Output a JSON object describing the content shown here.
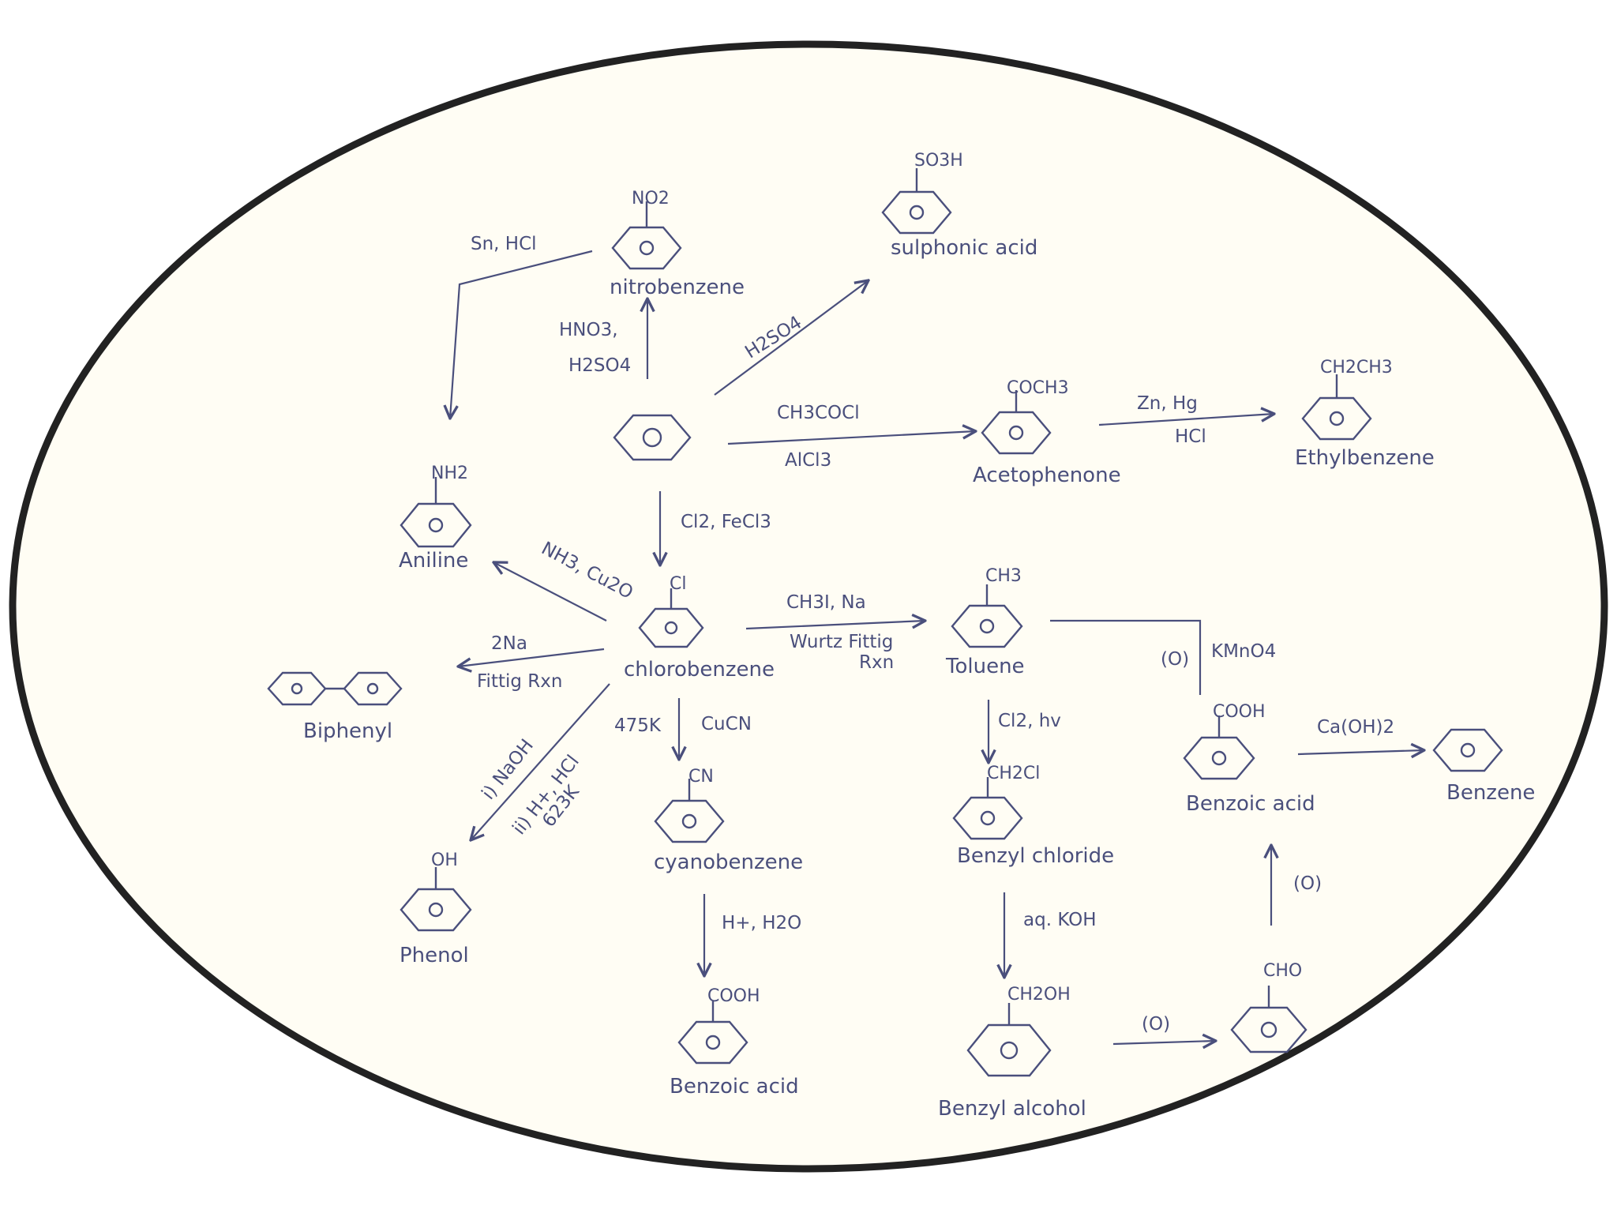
{
  "colors": {
    "paper": "#fffdf4",
    "ink": "#4a4f7c",
    "border": "#222222"
  },
  "molecules": {
    "benzene_center": {
      "substituent": "",
      "name": ""
    },
    "nitrobenzene": {
      "substituent": "NO2",
      "name": "nitrobenzene"
    },
    "sulphonic_acid": {
      "substituent": "SO3H",
      "name": "sulphonic acid"
    },
    "acetophenone": {
      "substituent": "COCH3",
      "name": "Acetophenone"
    },
    "ethylbenzene": {
      "substituent": "CH2CH3",
      "name": "Ethylbenzene"
    },
    "aniline": {
      "substituent": "NH2",
      "name": "Aniline"
    },
    "chlorobenzene": {
      "substituent": "Cl",
      "name": "chlorobenzene"
    },
    "toluene": {
      "substituent": "CH3",
      "name": "Toluene"
    },
    "biphenyl": {
      "substituent": "",
      "name": "Biphenyl"
    },
    "benzoic_acid_right": {
      "substituent": "COOH",
      "name": "Benzoic acid"
    },
    "benzene_right": {
      "substituent": "",
      "name": "Benzene"
    },
    "phenol": {
      "substituent": "OH",
      "name": "Phenol"
    },
    "cyanobenzene": {
      "substituent": "CN",
      "name": "cyanobenzene"
    },
    "benzyl_chloride": {
      "substituent": "CH2Cl",
      "name": "Benzyl chloride"
    },
    "benzoic_acid_bottom": {
      "substituent": "COOH",
      "name": "Benzoic acid"
    },
    "benzyl_alcohol": {
      "substituent": "CH2OH",
      "name": "Benzyl alcohol"
    },
    "benzaldehyde": {
      "substituent": "CHO",
      "name": ""
    }
  },
  "reagents": {
    "sn_hcl": "Sn, HCl",
    "hno3": "HNO3,",
    "h2so4_nitration": "H2SO4",
    "h2so4_sulphonation": "H2SO4",
    "ch3cocl": "CH3COCl",
    "alcl3": "AlCl3",
    "zn_hg": "Zn, Hg",
    "hcl_clemmensen": "HCl",
    "cl2_fecl3": "Cl2, FeCl3",
    "nh3_cu2o": "NH3, Cu2O",
    "ch3i_na": "CH3I, Na",
    "wurtz_fittig": "Wurtz Fittig",
    "rxn_wurtz": "Rxn",
    "two_na": "2Na",
    "fittig_rxn": "Fittig Rxn",
    "o_kmno4_o": "(O)",
    "o_kmno4_k": "KMnO4",
    "cao_h2": "Ca(OH)2",
    "naoh_i": "i) NaOH",
    "h_hcl_ii": "ii) H+, HCl",
    "temp_623k": "623K",
    "temp_475k": "475K",
    "cucn": "CuCN",
    "cl2_hv": "Cl2, hv",
    "h_h2o": "H+, H2O",
    "aq_koh": "aq. KOH",
    "o_oxid_1": "(O)",
    "o_oxid_2": "(O)"
  }
}
